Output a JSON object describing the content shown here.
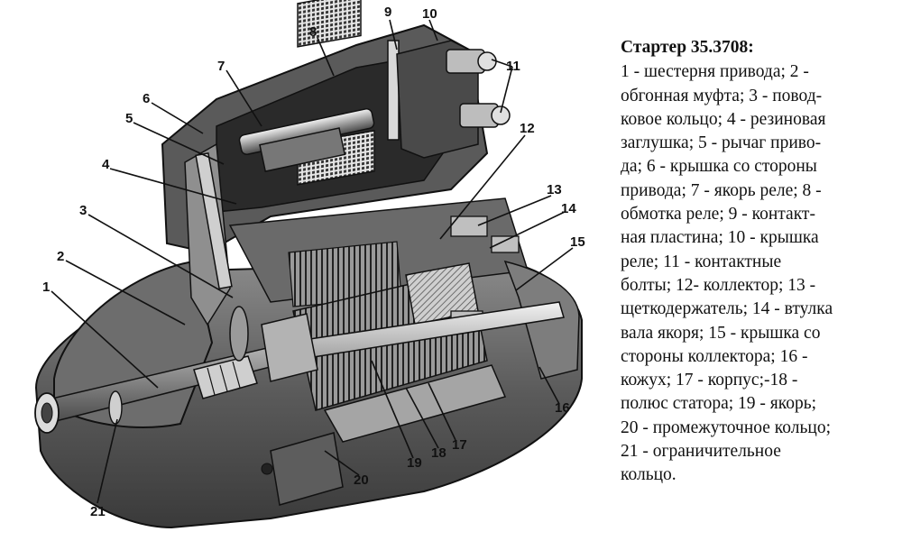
{
  "figure": {
    "labels": [
      "1",
      "2",
      "3",
      "4",
      "5",
      "6",
      "7",
      "8",
      "9",
      "10",
      "11",
      "12",
      "13",
      "14",
      "15",
      "16",
      "17",
      "18",
      "19",
      "20",
      "21"
    ]
  },
  "legend": {
    "title": "Стартер 35.3708:",
    "lines": [
      "1 - шестерня привода; 2 -",
      "обгонная муфта; 3 - повод-",
      "ковое кольцо; 4 - резиновая",
      "заглушка; 5 - рычаг приво-",
      "да; 6 - крышка со стороны",
      "привода; 7 - якорь реле; 8 -",
      "обмотка реле; 9 - контакт-",
      "ная пластина; 10 - крышка",
      "реле; 11 - контактные",
      "болты; 12- коллектор; 13 -",
      "щеткодержатель; 14 - втулка",
      "вала якоря; 15 - крышка со",
      "стороны коллектора; 16 -",
      "кожух; 17 - корпус;-18 -",
      "полюс статора; 19 - якорь;",
      "20 - промежуточное кольцо;",
      "21 - ограничительное",
      "кольцо."
    ]
  }
}
